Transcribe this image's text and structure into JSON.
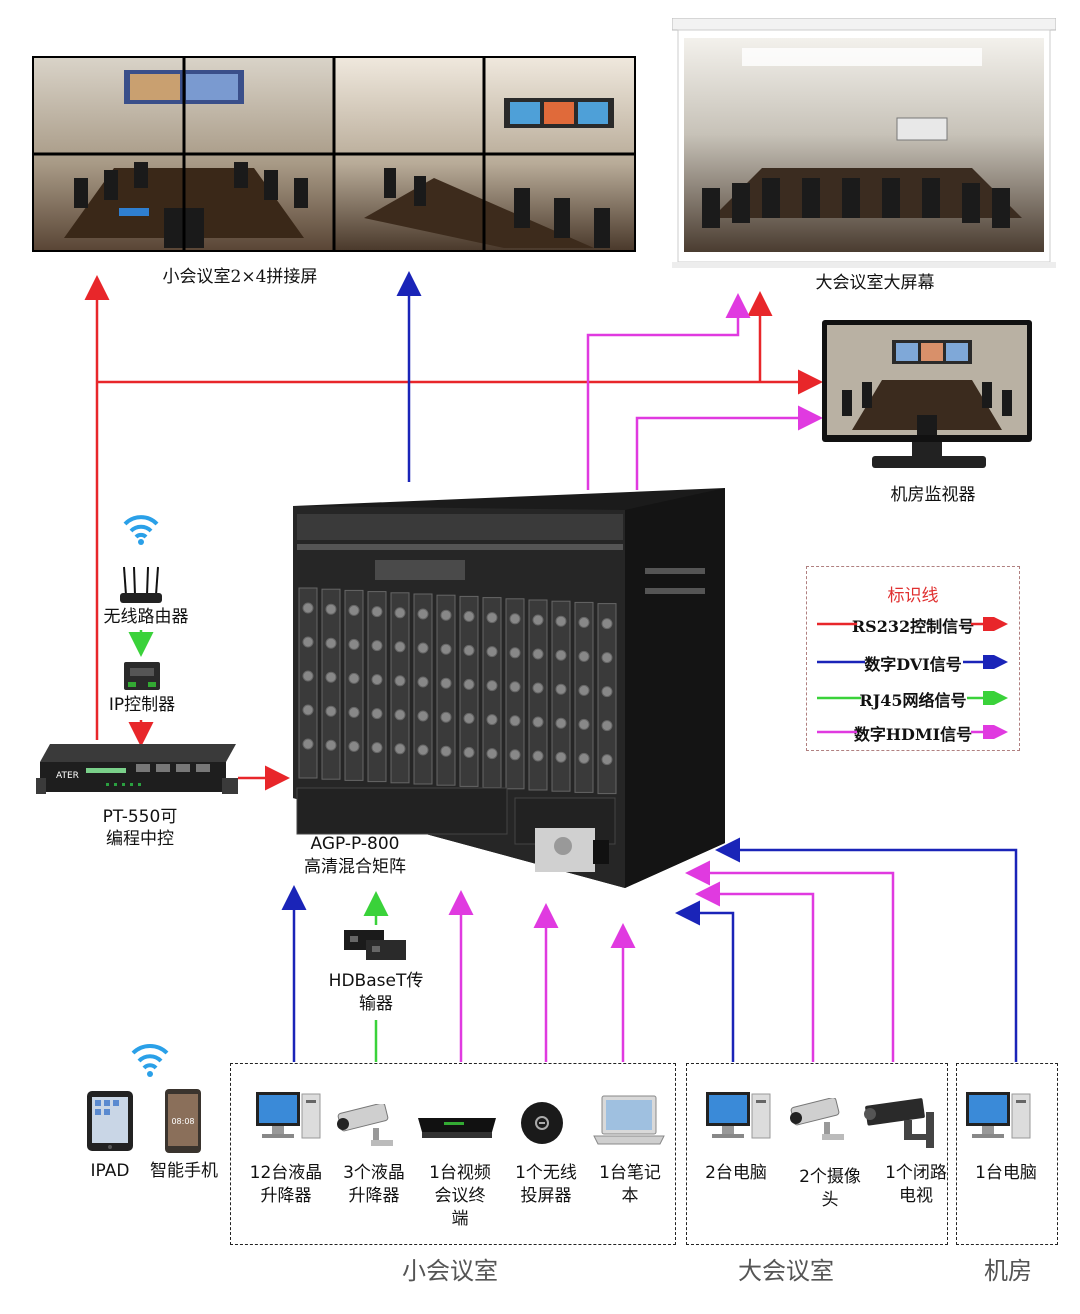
{
  "screens": {
    "small_room_wall": "小会议室2×4拼接屏",
    "large_room_screen": "大会议室大屏幕",
    "machine_room_monitor": "机房监视器"
  },
  "central": {
    "matrix_label_1": "AGP-P-800",
    "matrix_label_2": "高清混合矩阵",
    "controller_label_1": "PT-550可",
    "controller_label_2": "编程中控",
    "router_label": "无线路由器",
    "ip_controller_label": "IP控制器",
    "hdbaset_label_1": "HDBaseT传",
    "hdbaset_label_2": "输器",
    "controller_brand": "ATER"
  },
  "legend": {
    "title": "标识线",
    "items": [
      {
        "label": "RS232控制信号",
        "color": "#e8262a"
      },
      {
        "label": "数字DVI信号",
        "color": "#1a24b8"
      },
      {
        "label": "RJ45网络信号",
        "color": "#3ad23a"
      },
      {
        "label": "数字HDMI信号",
        "color": "#e03ae0"
      }
    ]
  },
  "mobile": {
    "ipad": "IPAD",
    "phone": "智能手机"
  },
  "small_room": {
    "title": "小会议室",
    "devices": [
      {
        "l1": "12台液晶",
        "l2": "升降器",
        "l3": "",
        "icon": "computer-icon"
      },
      {
        "l1": "3个液晶",
        "l2": "升降器",
        "l3": "",
        "icon": "camera-icon"
      },
      {
        "l1": "1台视频",
        "l2": "会议终",
        "l3": "端",
        "icon": "video-terminal-icon"
      },
      {
        "l1": "1个无线",
        "l2": "投屏器",
        "l3": "",
        "icon": "wireless-caster-icon"
      },
      {
        "l1": "1台笔记",
        "l2": "本",
        "l3": "",
        "icon": "laptop-icon"
      }
    ]
  },
  "large_room": {
    "title": "大会议室",
    "devices": [
      {
        "l1": "2台电脑",
        "l2": "",
        "icon": "computer-icon"
      },
      {
        "l1": "2个摄像",
        "l2": "头",
        "icon": "camera-icon"
      },
      {
        "l1": "1个闭路",
        "l2": "电视",
        "icon": "cctv-icon"
      }
    ]
  },
  "machine_room": {
    "title": "机房",
    "devices": [
      {
        "l1": "1台电脑",
        "icon": "computer-icon"
      }
    ]
  }
}
